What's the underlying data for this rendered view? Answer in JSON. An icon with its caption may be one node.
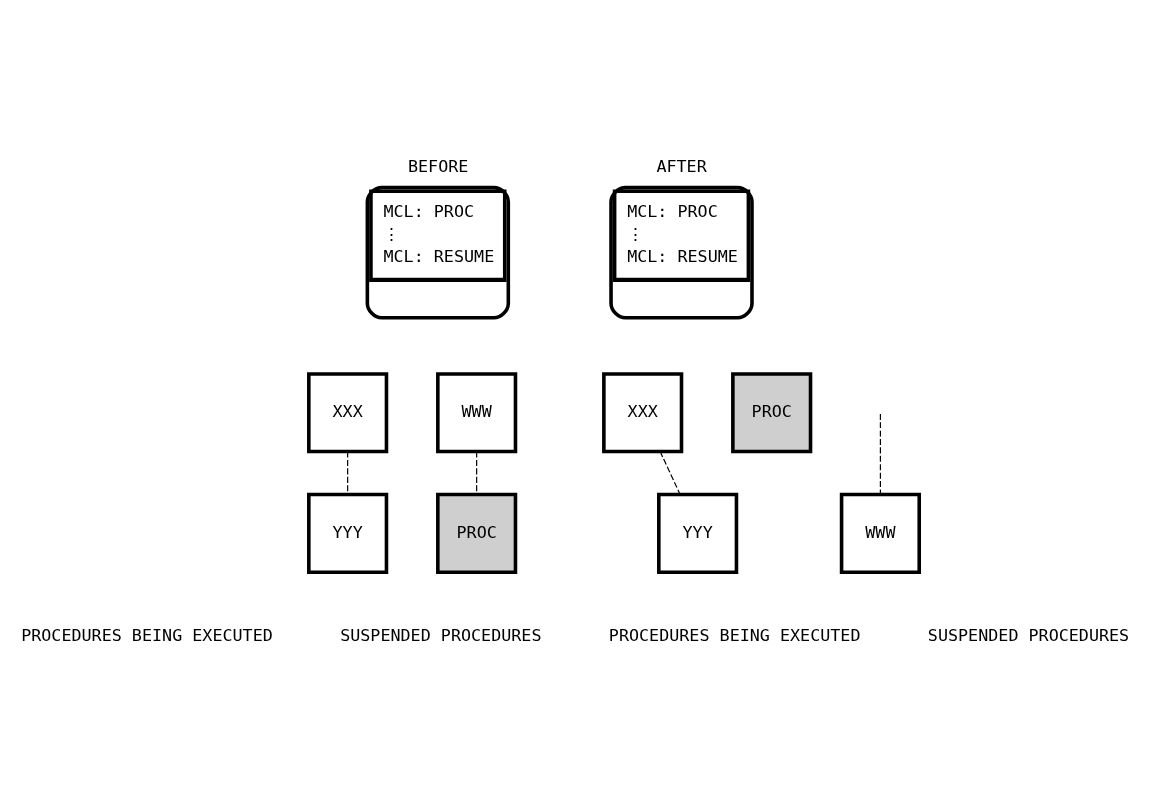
{
  "diagram": {
    "nodes": [
      {
        "text": [
          "BEFORE",
          "MCL: PROC",
          "⋮",
          "MCL: RESUME"
        ]
      },
      {
        "text": [
          "XXX"
        ]
      },
      {
        "text": [
          "YYY"
        ]
      },
      {
        "text": [
          "WWW"
        ]
      },
      {
        "text": [
          "PROC"
        ]
      },
      {
        "text": [
          "AFTER",
          "MCL: PROC",
          "⋮",
          "MCL: RESUME"
        ]
      },
      {
        "text": [
          "XXX"
        ]
      },
      {
        "text": [
          "PROC"
        ]
      },
      {
        "text": [
          "YYY"
        ]
      },
      {
        "text": [
          "WWW"
        ]
      }
    ],
    "edges": [
      {
        "from": 1,
        "to": 2,
        "arrow": "none",
        "style": "dashed"
      },
      {
        "from": 3,
        "to": 4,
        "arrow": "none",
        "style": "dashed"
      },
      {
        "from": 6,
        "to": 8,
        "arrow": "none",
        "style": "dashed"
      },
      {
        "from": null,
        "to": 9,
        "arrow": "none",
        "style": "dashed"
      }
    ],
    "labels": [
      "PROCEDURES BEING EXECUTED",
      "SUSPENDED PROCEDURES",
      "PROCEDURES BEING EXECUTED",
      "SUSPENDED PROCEDURES"
    ]
  }
}
